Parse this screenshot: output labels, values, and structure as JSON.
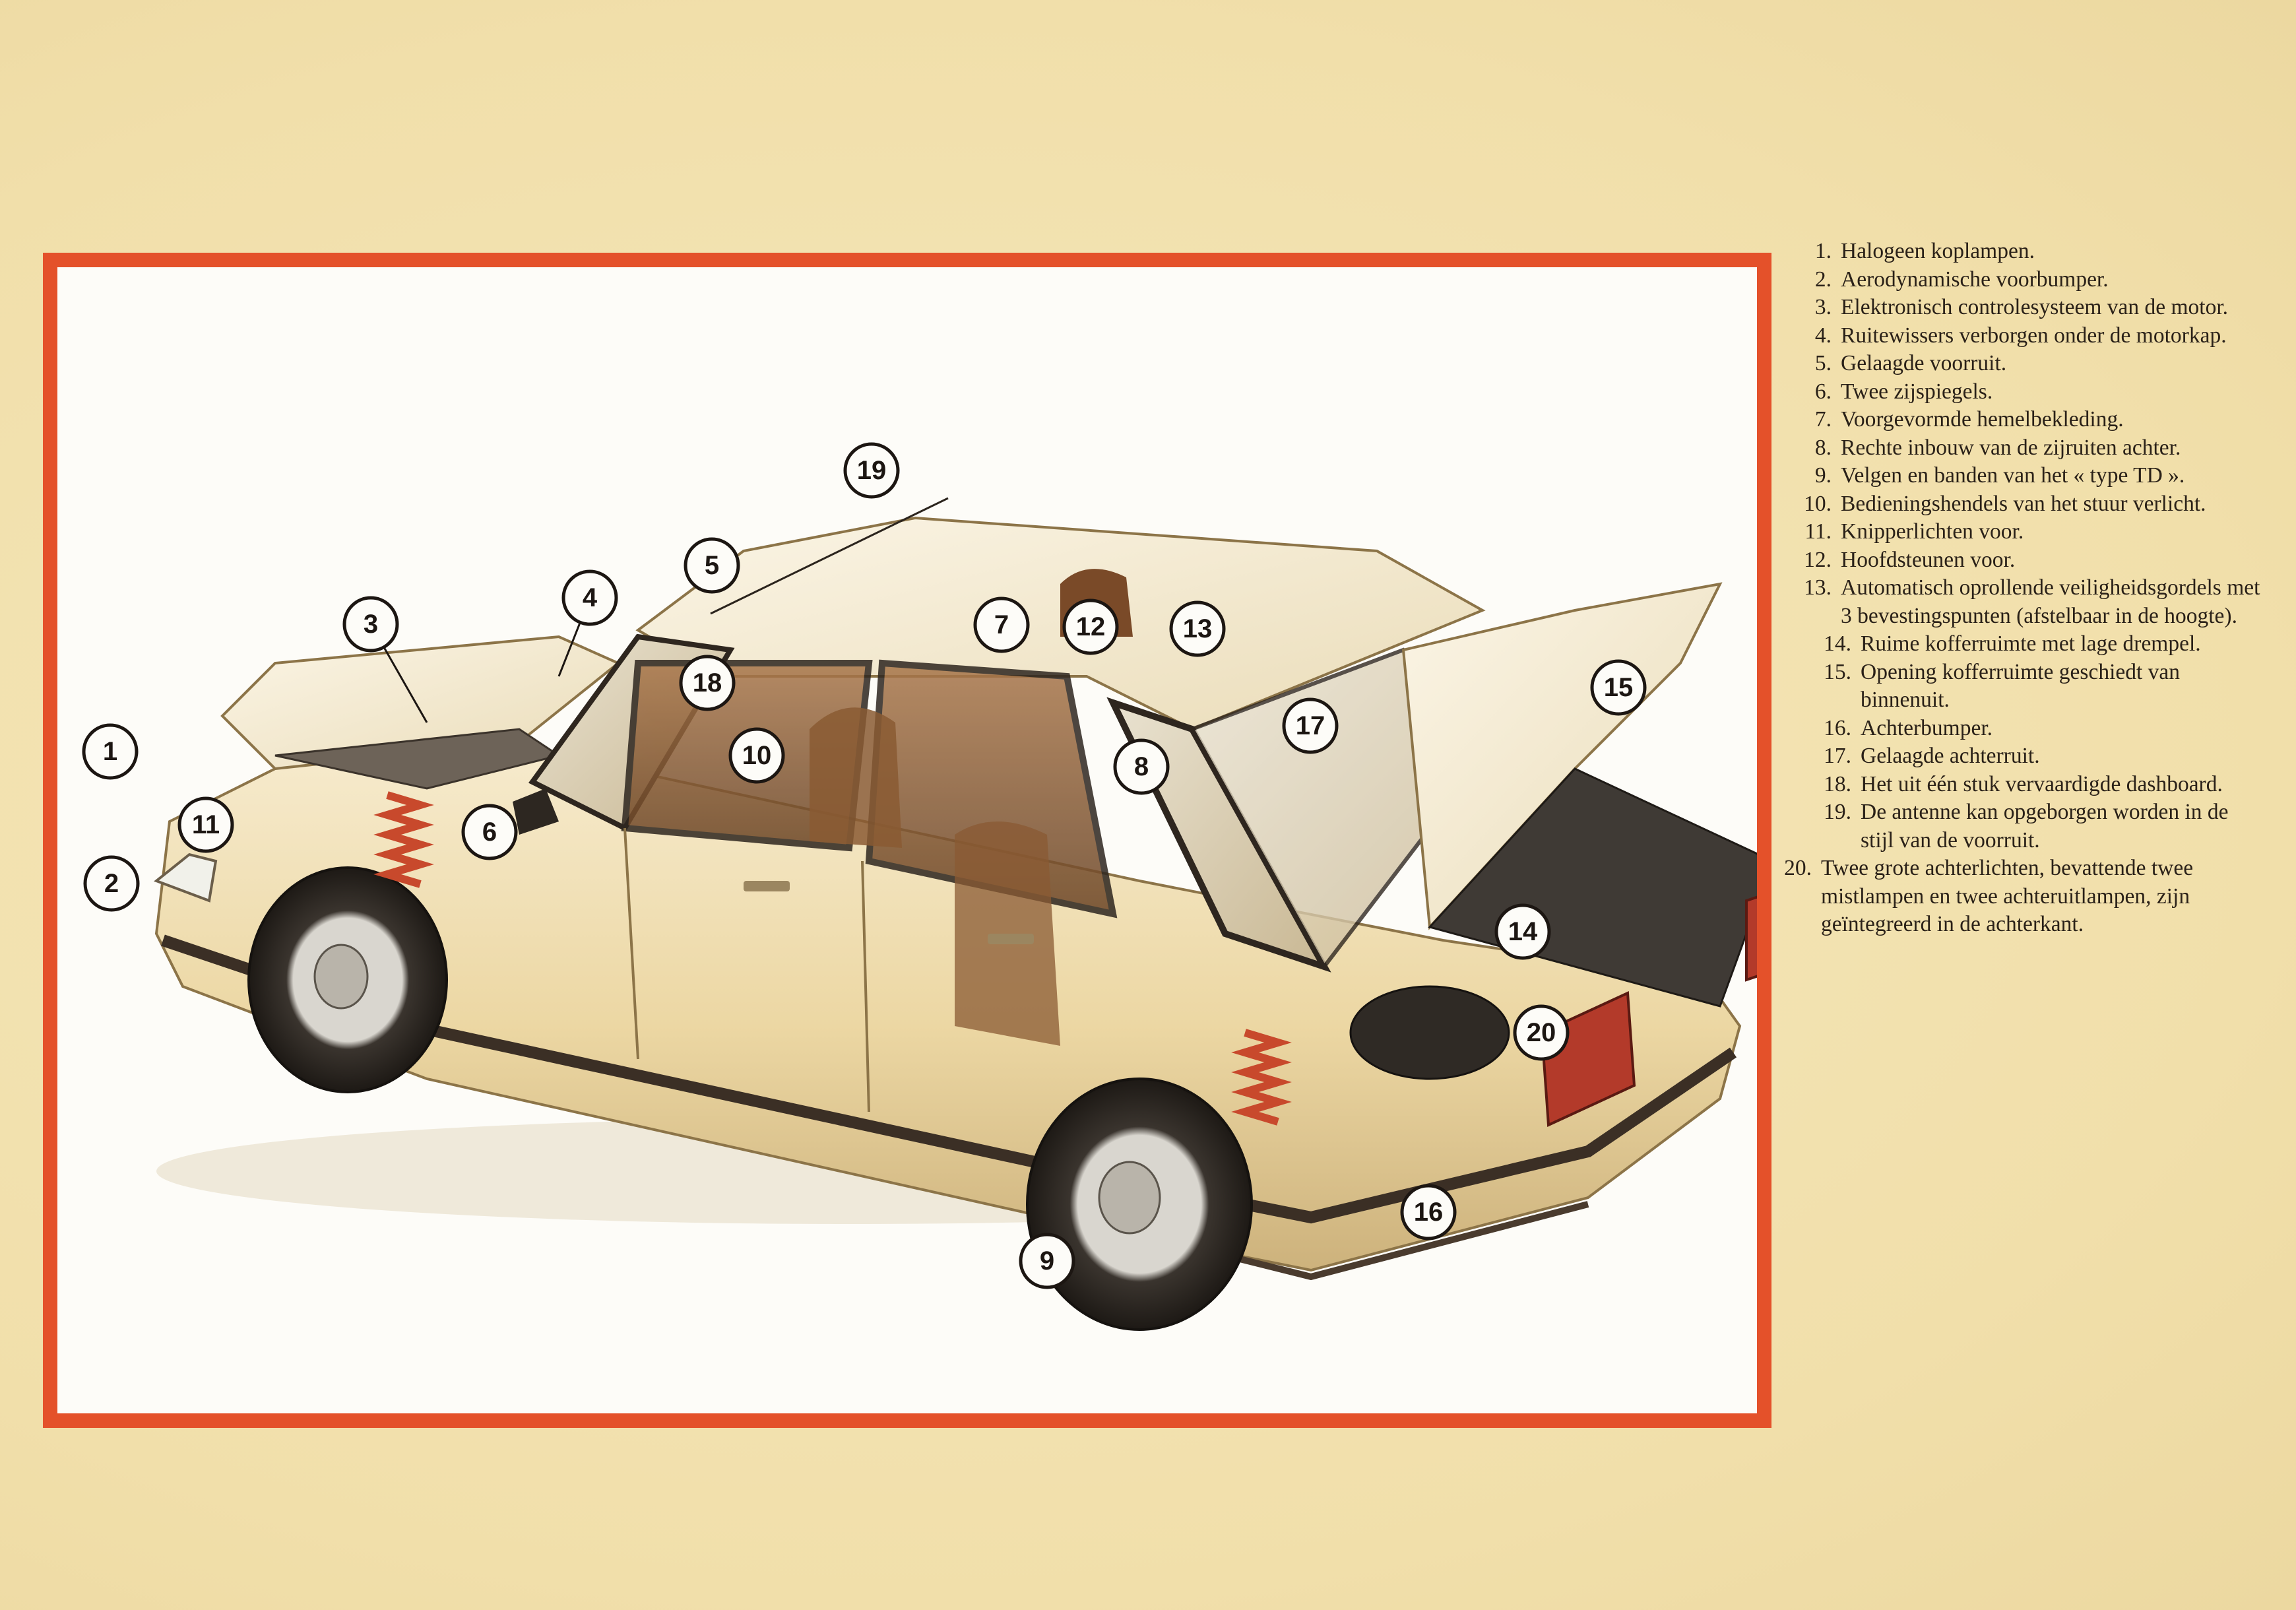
{
  "legend": [
    {
      "num": "1.",
      "text": "Halogeen koplampen."
    },
    {
      "num": "2.",
      "text": "Aerodynamische voorbumper."
    },
    {
      "num": "3.",
      "text": "Elektronisch controlesysteem van de motor."
    },
    {
      "num": "4.",
      "text": "Ruitewissers verborgen onder de motorkap."
    },
    {
      "num": "5.",
      "text": "Gelaagde voorruit."
    },
    {
      "num": "6.",
      "text": "Twee zijspiegels."
    },
    {
      "num": "7.",
      "text": "Voorgevormde hemelbekleding."
    },
    {
      "num": "8.",
      "text": "Rechte inbouw van de zijruiten achter."
    },
    {
      "num": "9.",
      "text": "Velgen en banden van het « type TD »."
    },
    {
      "num": "10.",
      "text": "Bedieningshendels van het stuur verlicht."
    },
    {
      "num": "11.",
      "text": "Knipperlichten voor."
    },
    {
      "num": "12.",
      "text": "Hoofdsteunen voor."
    },
    {
      "num": "13.",
      "text": "Automatisch oprollende veiligheidsgordels met 3 bevestingspunten (afstelbaar in de hoogte)."
    },
    {
      "num": "14.",
      "text": "Ruime kofferruimte met lage drempel."
    },
    {
      "num": "15.",
      "text": "Opening kofferruimte geschiedt van binnenuit."
    },
    {
      "num": "16.",
      "text": "Achterbumper."
    },
    {
      "num": "17.",
      "text": "Gelaagde achterruit."
    },
    {
      "num": "18.",
      "text": "Het uit één stuk vervaardigde dashboard."
    },
    {
      "num": "19.",
      "text": "De antenne kan opgeborgen worden in de stijl van de voorruit."
    },
    {
      "num": "20.",
      "text": "Twee grote achterlichten, bevattende twee mistlampen en twee achteruitlampen, zijn geïntegreerd in de achterkant."
    }
  ],
  "callouts": [
    "1",
    "2",
    "3",
    "4",
    "5",
    "6",
    "7",
    "8",
    "9",
    "10",
    "11",
    "12",
    "13",
    "14",
    "15",
    "16",
    "17",
    "18",
    "19",
    "20"
  ],
  "colors": {
    "frame": "#e4512a",
    "background": "#f1dfaa",
    "car_body": "#efdcab",
    "springs": "#c8492c"
  }
}
